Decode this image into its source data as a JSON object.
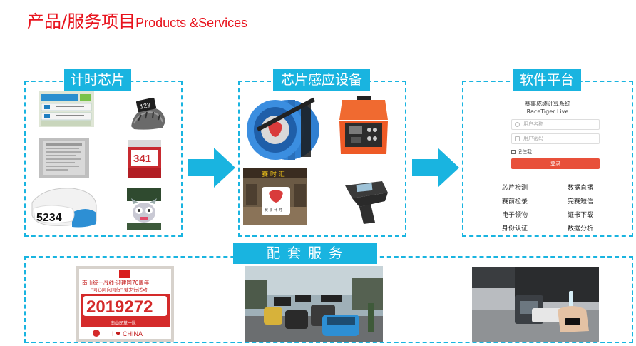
{
  "page": {
    "title_cn": "产品/服务项目",
    "title_en": "Products &Services"
  },
  "panels": {
    "chip": {
      "label": "计时芯片"
    },
    "reader": {
      "label": "芯片感应设备"
    },
    "software": {
      "label": "软件平台"
    },
    "service": {
      "label": "配 套 服 务"
    }
  },
  "chip_images": {
    "wristband_number": "5234",
    "bib_number": "341",
    "helmet_number": "123"
  },
  "reader_images": {
    "sign_text": "赛 时 汇",
    "tag_text": "赛 事 计 时"
  },
  "software": {
    "system_name": "赛事成绩计算系统",
    "product_name": "RaceTiger Live",
    "username_placeholder": "用户名称",
    "password_placeholder": "用户密码",
    "remember_label": "记住我",
    "login_button": "登录",
    "features": [
      "芯片检测",
      "数据直播",
      "赛前检录",
      "完赛短信",
      "电子领物",
      "证书下载",
      "身份认证",
      "数据分析"
    ]
  },
  "service_images": {
    "bib_header_1": "南山统一战线·迎建国70周年",
    "bib_header_2": "\"同心同向同行\" 健步行活动",
    "bib_number": "2019272",
    "bib_team": "南山民革一队",
    "bib_footer": "I ❤ CHINA"
  },
  "colors": {
    "accent": "#19b4e0",
    "title_red": "#e8121c",
    "login_button": "#e8503a"
  }
}
